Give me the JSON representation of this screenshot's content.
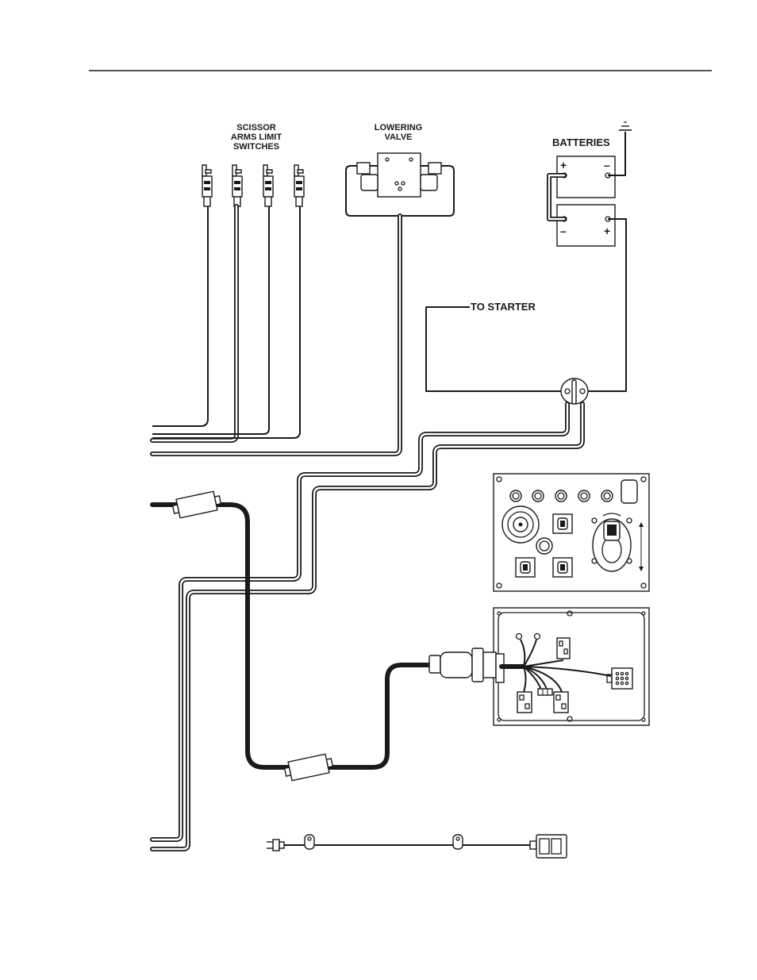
{
  "labels": {
    "scissor_switches": [
      "SCISSOR",
      "ARMS LIMIT",
      "SWITCHES"
    ],
    "lowering_valve": [
      "LOWERING",
      "VALVE"
    ],
    "batteries": "BATTERIES",
    "to_starter": "TO STARTER",
    "battery_top_pos": "+",
    "battery_top_neg": "–",
    "battery_bottom_neg": "–",
    "battery_bottom_pos": "+"
  },
  "colors": {
    "ink": "#1a1a1a",
    "paper": "#ffffff"
  }
}
